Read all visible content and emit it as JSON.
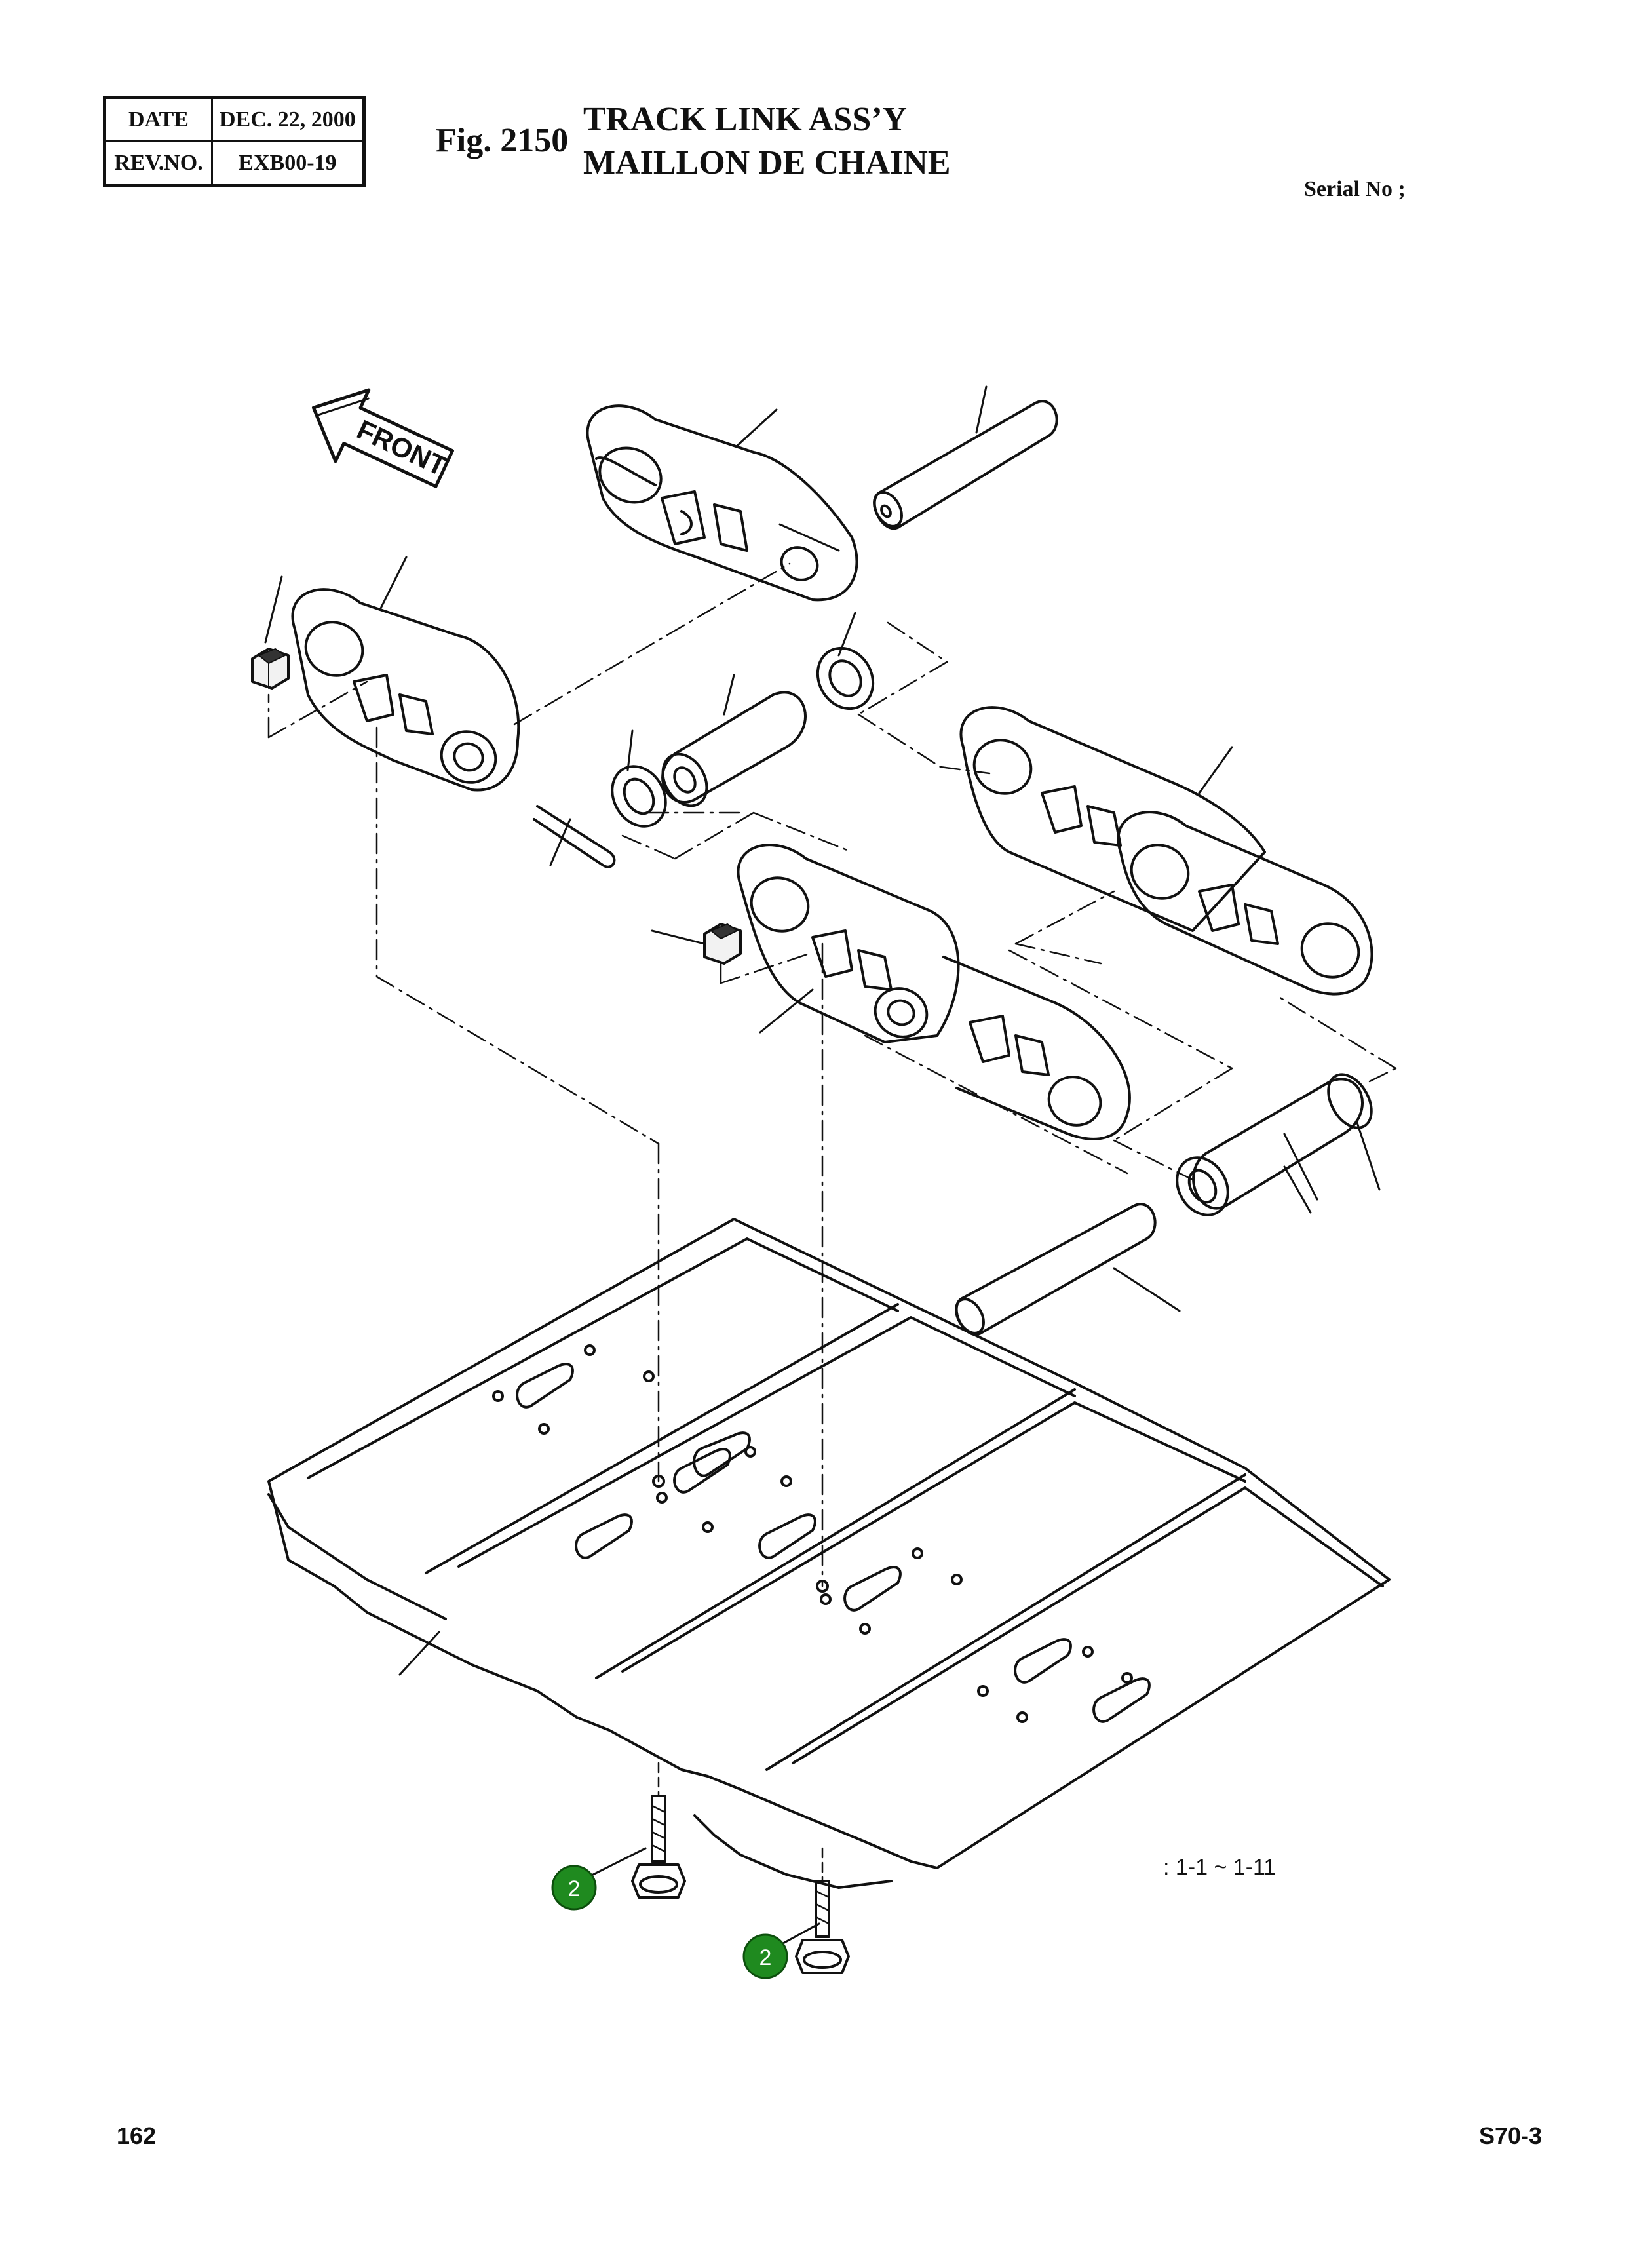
{
  "header": {
    "date_label": "DATE",
    "date_value": "DEC. 22, 2000",
    "rev_label": "REV.NO.",
    "rev_value": "EXB00-19"
  },
  "figure": {
    "number": "Fig. 2150",
    "title_en": "TRACK LINK ASS’Y",
    "title_fr": "MAILLON DE CHAINE",
    "serial": "Serial No ;"
  },
  "diagram": {
    "front_arrow": "FRONT",
    "range_note": ": 1-1 ~ 1-11",
    "callouts": [
      {
        "label": "2",
        "color": "#1f8a1f"
      },
      {
        "label": "2",
        "color": "#1f8a1f"
      }
    ]
  },
  "footer": {
    "page_number": "162",
    "model": "S70-3"
  }
}
